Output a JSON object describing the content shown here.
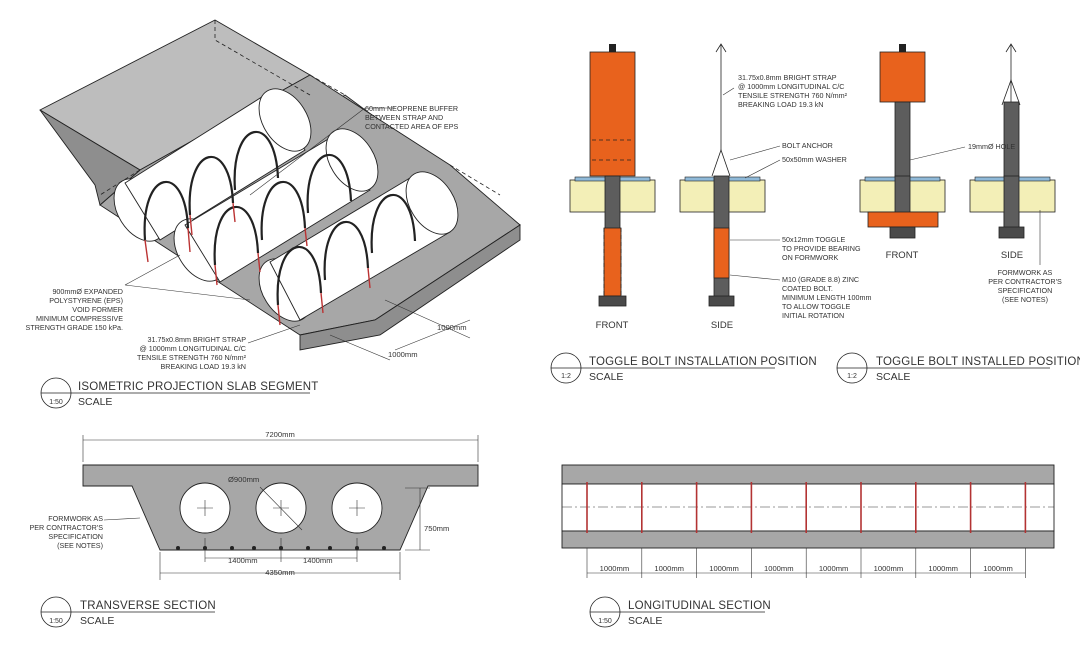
{
  "iso": {
    "title": "ISOMETRIC PROJECTION SLAB SEGMENT",
    "scale_label": "SCALE",
    "scale": "1:50",
    "note_buffer": [
      "60mm NEOPRENE BUFFER",
      "BETWEEN STRAP AND",
      "CONTACTED AREA OF EPS"
    ],
    "note_eps": [
      "900mmØ EXPANDED",
      "POLYSTYRENE (EPS)",
      "VOID FORMER",
      "MINIMUM COMPRESSIVE",
      "STRENGTH GRADE 150 kPa."
    ],
    "note_strap": [
      "31.75x0.8mm BRIGHT STRAP",
      "@ 1000mm LONGITUDINAL C/C",
      "TENSILE STRENGTH 760 N/mm²",
      "BREAKING LOAD 19.3 kN"
    ],
    "dim_a": "1000mm",
    "dim_b": "1000mm"
  },
  "toggle_pos": {
    "title": "TOGGLE BOLT INSTALLATION POSITION",
    "scale_label": "SCALE",
    "scale": "1:2",
    "front": "FRONT",
    "side": "SIDE",
    "note_strap": [
      "31.75x0.8mm BRIGHT STRAP",
      "@ 1000mm LONGITUDINAL C/C",
      "TENSILE STRENGTH 760 N/mm²",
      "BREAKING LOAD 19.3 kN"
    ],
    "note_anchor": "BOLT ANCHOR",
    "note_washer": "50x50mm WASHER",
    "note_toggle": [
      "50x12mm TOGGLE",
      "TO PROVIDE BEARING",
      "ON FORMWORK"
    ],
    "note_bolt": [
      "M10 (GRADE 8.8) ZINC",
      "COATED BOLT.",
      "MINIMUM LENGTH 100mm",
      "TO ALLOW TOGGLE",
      "INITIAL ROTATION"
    ]
  },
  "toggle_inst": {
    "title": "TOGGLE BOLT INSTALLED POSITION",
    "scale_label": "SCALE",
    "scale": "1:2",
    "front": "FRONT",
    "side": "SIDE",
    "note_hole": "19mmØ HOLE",
    "note_formwork": [
      "FORMWORK AS",
      "PER CONTRACTOR'S",
      "SPECIFICATION",
      "(SEE NOTES)"
    ]
  },
  "transverse": {
    "title": "TRANSVERSE SECTION",
    "scale_label": "SCALE",
    "scale": "1:50",
    "dim_width": "7200mm",
    "dim_void": "Ø900mm",
    "dim_depth": "750mm",
    "dim_spacing_1": "1400mm",
    "dim_spacing_2": "1400mm",
    "dim_bottom": "4350mm",
    "note_formwork": [
      "FORMWORK AS",
      "PER CONTRACTOR'S",
      "SPECIFICATION",
      "(SEE NOTES)"
    ]
  },
  "longitudinal": {
    "title": "LONGITUDINAL SECTION",
    "scale_label": "SCALE",
    "scale": "1:50",
    "spacings": [
      "1000mm",
      "1000mm",
      "1000mm",
      "1000mm",
      "1000mm",
      "1000mm",
      "1000mm",
      "1000mm"
    ]
  },
  "colors": {
    "concrete": "#a7a7a7",
    "toggle": "#e8621d",
    "plywood": "#f3efb7",
    "strap_highlight": "#b33333"
  }
}
